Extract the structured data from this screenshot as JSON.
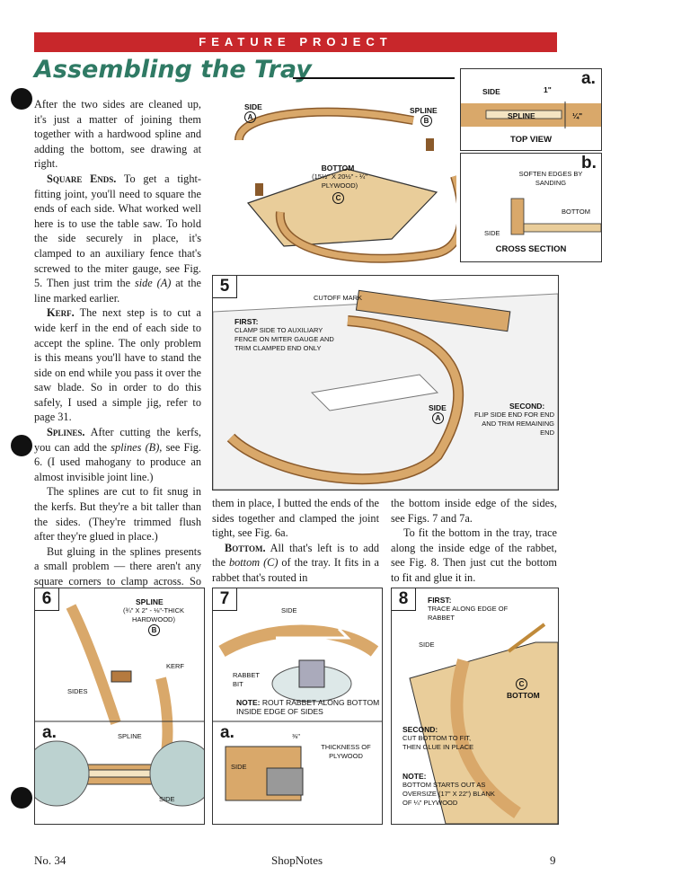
{
  "header": {
    "banner": "FEATURE PROJECT",
    "title": "Assembling the Tray"
  },
  "article": {
    "p1": "After the two sides are cleaned up, it's just a matter of joining them together with a hardwood spline and adding the bottom, see drawing at right.",
    "p2_head": "Square Ends.",
    "p2": " To get a tight-fitting joint, you'll need to square the ends of each side. What worked well here is to use the table saw. To hold the side securely in place, it's clamped to an auxiliary fence that's screwed to the miter gauge, see Fig. 5. Then just trim the ",
    "p2_em": "side (A)",
    "p2_end": " at the line marked earlier.",
    "p3_head": "Kerf.",
    "p3": " The next step is to cut a wide kerf in the end of each side to accept the spline. The only problem is this means you'll have to stand the side on end while you pass it over the saw blade. So in order to do this safely, I used a simple jig, refer to page 31.",
    "p4_head": "Splines.",
    "p4": " After cutting the kerfs, you can add the ",
    "p4_em": "splines (B)",
    "p4_end": ", see Fig. 6. (I used mahogany to produce an almost invisible joint line.)",
    "p5": "The splines are cut to fit snug in the kerfs. But they're a bit taller than the sides. (They're trimmed flush after they're glued in place.)",
    "p6": "But gluing in the splines presents a small problem — there aren't any square corners to clamp across. So after applying glue to each spline and slipping",
    "col2": "them in place, I butted the ends of the sides together and clamped the joint tight, see Fig. 6a.",
    "col2_head": "Bottom.",
    "col2b": " All that's left is to add the ",
    "col2_em": "bottom (C)",
    "col2b_end": " of the tray. It fits in a rabbet that's routed in",
    "col3": "the bottom inside edge of the sides, see Figs. 7 and 7a.",
    "col3b": "To fit the bottom in the tray, trace along the inside edge of the rabbet, see Fig. 8. Then just cut the bottom to fit and glue it in."
  },
  "main_drawing": {
    "side": "SIDE",
    "side_mark": "A",
    "spline": "SPLINE",
    "spline_mark": "B",
    "bottom": "BOTTOM",
    "bottom_dims": "(15½\" x 20½\" - ¼\" PLYWOOD)",
    "bottom_mark": "C"
  },
  "detail_a": {
    "letter": "a.",
    "side": "SIDE",
    "dim_top": "1\"",
    "spline": "SPLINE",
    "dim_right": "¼\"",
    "caption": "TOP VIEW"
  },
  "detail_b": {
    "letter": "b.",
    "note": "SOFTEN EDGES BY SANDING",
    "bottom": "BOTTOM",
    "side": "SIDE",
    "caption": "CROSS SECTION"
  },
  "fig5": {
    "num": "5",
    "cutoff": "CUTOFF MARK",
    "first_head": "FIRST:",
    "first": "CLAMP SIDE TO AUXILIARY FENCE ON MITER GAUGE AND TRIM CLAMPED END ONLY",
    "side": "SIDE",
    "side_mark": "A",
    "second_head": "SECOND:",
    "second": "FLIP SIDE END FOR END AND TRIM REMAINING END"
  },
  "fig6": {
    "num": "6",
    "spline": "SPLINE",
    "spline_dims": "(¾\" x 2\" - ⅛\"-THICK HARDWOOD)",
    "spline_mark": "B",
    "kerf": "KERF",
    "sides": "SIDES",
    "sub": "a.",
    "sub_spline": "SPLINE",
    "sub_side": "SIDE"
  },
  "fig7": {
    "num": "7",
    "side": "SIDE",
    "rabbet_bit": "RABBET BIT",
    "note_head": "NOTE:",
    "note": "ROUT RABBET ALONG BOTTOM INSIDE EDGE OF SIDES",
    "sub": "a.",
    "dim": "⅜\"",
    "thickness": "THICKNESS OF PLYWOOD",
    "sub_side": "SIDE"
  },
  "fig8": {
    "num": "8",
    "first_head": "FIRST:",
    "first": "TRACE ALONG EDGE OF RABBET",
    "side": "SIDE",
    "bottom_mark": "C",
    "bottom": "BOTTOM",
    "second_head": "SECOND:",
    "second": "CUT BOTTOM TO FIT, THEN GLUE IN PLACE",
    "note_head": "NOTE:",
    "note": "BOTTOM STARTS OUT AS OVERSIZE (17\" x 22\") BLANK OF ¼\" PLYWOOD"
  },
  "footer": {
    "issue": "No. 34",
    "magazine": "ShopNotes",
    "page": "9"
  },
  "colors": {
    "banner": "#c8272b",
    "title": "#2f7a64",
    "wood": "#d9a86a",
    "ply": "#e9cd9a"
  }
}
